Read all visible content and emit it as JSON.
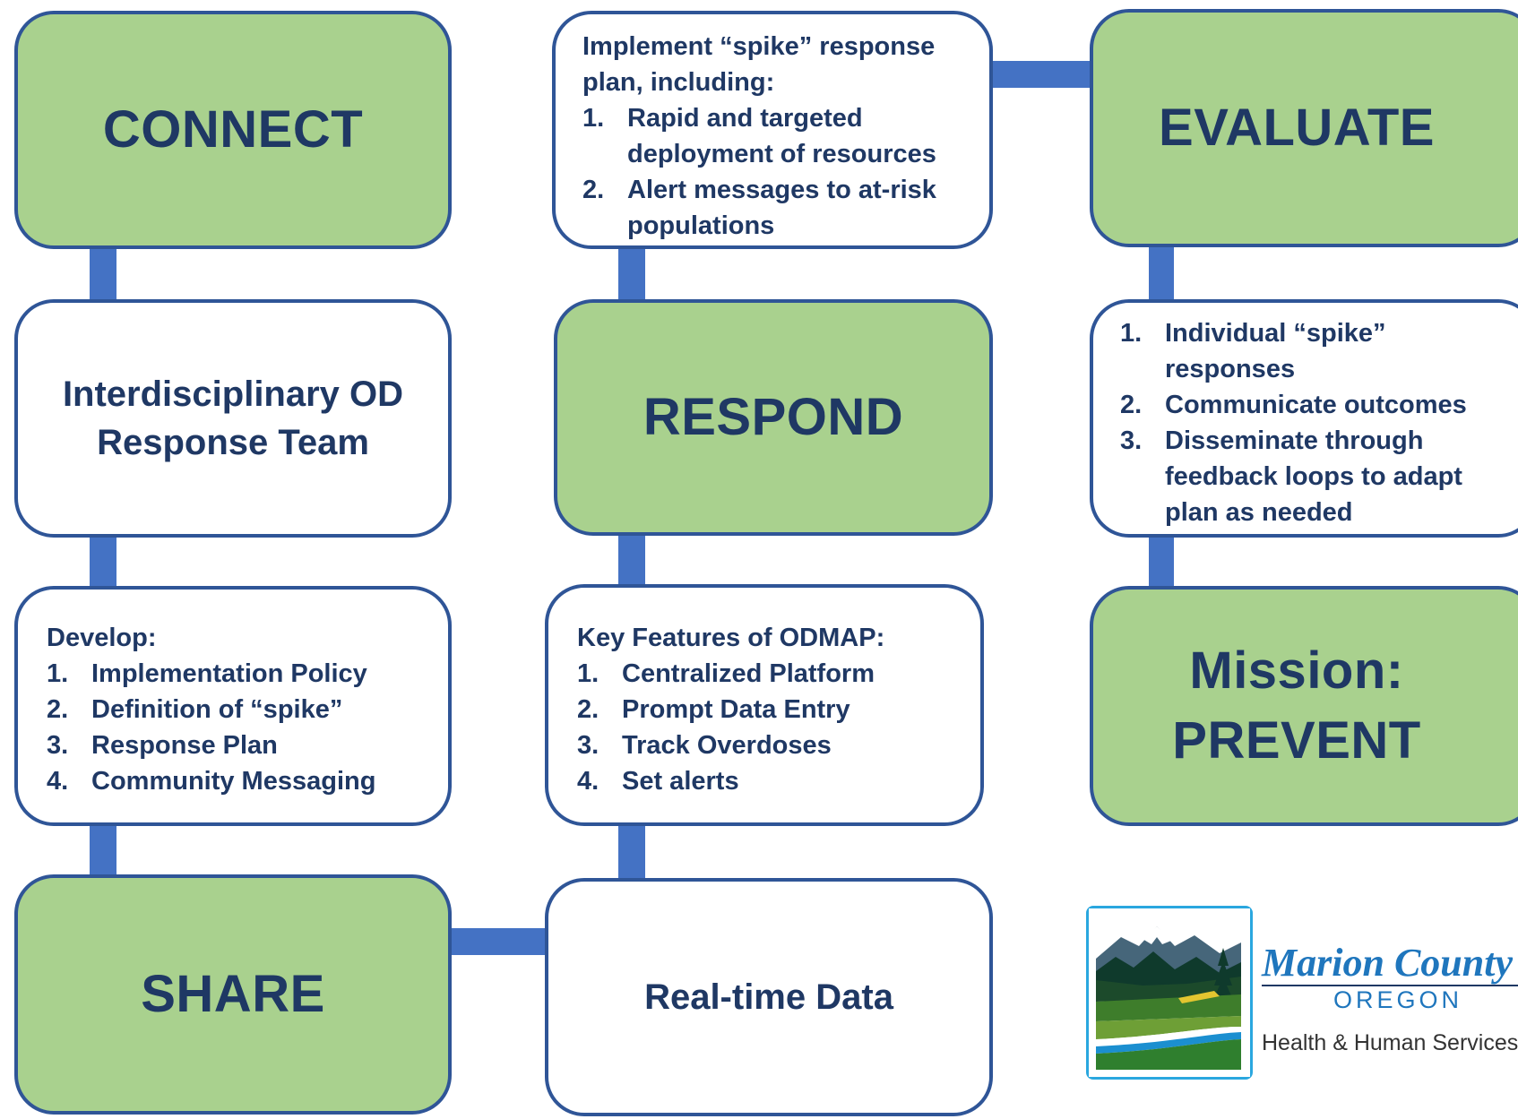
{
  "colors": {
    "stage_fill": "#a9d18e",
    "detail_fill": "#ffffff",
    "border": "#2f5597",
    "connector": "#4472c4",
    "text": "#1f3864"
  },
  "column1": {
    "connect": "CONNECT",
    "team_line1": "Interdisciplinary OD",
    "team_line2": "Response Team",
    "develop": {
      "heading": "Develop:",
      "items": [
        "Implementation Policy",
        "Definition of “spike”",
        "Response Plan",
        "Community Messaging"
      ]
    },
    "share": "SHARE"
  },
  "column2": {
    "implement": {
      "heading_line1": "Implement “spike” response",
      "heading_line2": "plan, including:",
      "items": [
        "Rapid and targeted deployment of resources",
        "Alert messages to at-risk populations"
      ]
    },
    "respond": "RESPOND",
    "odmap": {
      "heading": "Key Features of ODMAP:",
      "items": [
        "Centralized Platform",
        "Prompt Data Entry",
        "Track Overdoses",
        "Set alerts"
      ]
    },
    "realtime": "Real-time Data"
  },
  "column3": {
    "evaluate": "EVALUATE",
    "outcomes": {
      "items": [
        "Individual “spike” responses",
        "Communicate outcomes",
        "Disseminate through feedback loops to adapt plan as needed"
      ]
    },
    "mission_line1": "Mission:",
    "mission_line2": "PREVENT"
  },
  "logo": {
    "name": "Marion County",
    "state": "OREGON",
    "department": "Health & Human Services"
  }
}
